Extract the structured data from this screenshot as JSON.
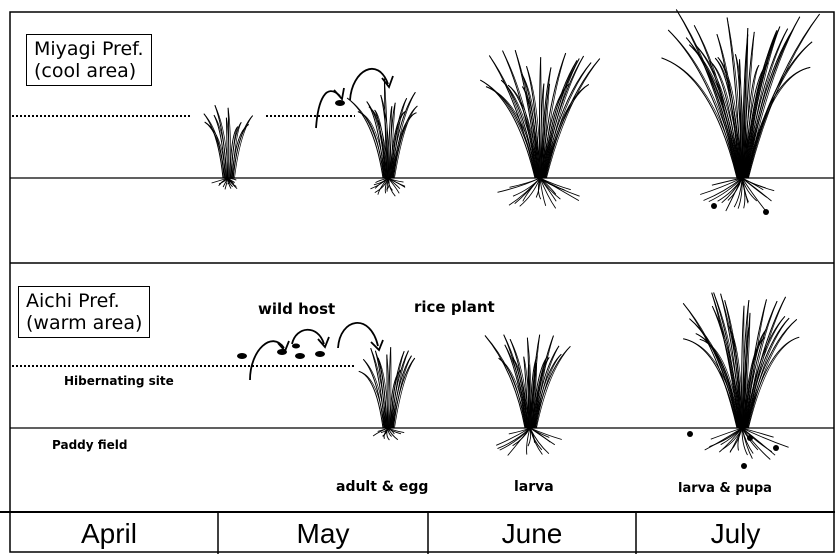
{
  "regions": {
    "cool": {
      "name": "Miyagi Pref.",
      "note": "(cool area)"
    },
    "warm": {
      "name": "Aichi Pref.",
      "note": "(warm area)"
    }
  },
  "labels": {
    "wild_host": "wild host",
    "rice_plant": "rice plant",
    "hibernating_site": "Hibernating site",
    "paddy_field": "Paddy field",
    "adult_egg": "adult & egg",
    "larva": "larva",
    "larva_pupa": "larva & pupa"
  },
  "months": [
    "April",
    "May",
    "June",
    "July"
  ],
  "colors": {
    "ink": "#000000",
    "background": "#ffffff"
  }
}
